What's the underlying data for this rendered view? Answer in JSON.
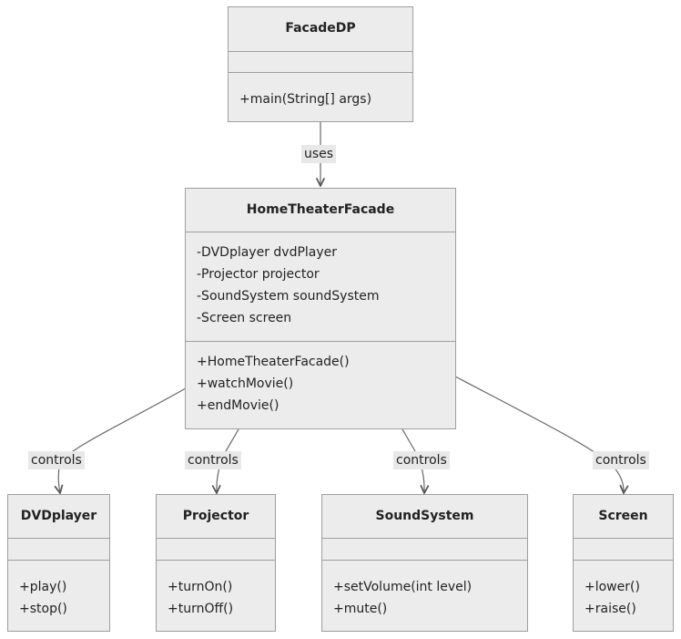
{
  "diagram": {
    "classes": {
      "facade_dp": {
        "name": "FacadeDP",
        "attributes": [],
        "methods": [
          "+main(String[] args)"
        ]
      },
      "home_theater_facade": {
        "name": "HomeTheaterFacade",
        "attributes": [
          "-DVDplayer dvdPlayer",
          "-Projector projector",
          "-SoundSystem soundSystem",
          "-Screen screen"
        ],
        "methods": [
          "+HomeTheaterFacade()",
          "+watchMovie()",
          "+endMovie()"
        ]
      },
      "dvd_player": {
        "name": "DVDplayer",
        "attributes": [],
        "methods": [
          "+play()",
          "+stop()"
        ]
      },
      "projector": {
        "name": "Projector",
        "attributes": [],
        "methods": [
          "+turnOn()",
          "+turnOff()"
        ]
      },
      "sound_system": {
        "name": "SoundSystem",
        "attributes": [],
        "methods": [
          "+setVolume(int level)",
          "+mute()"
        ]
      },
      "screen": {
        "name": "Screen",
        "attributes": [],
        "methods": [
          "+lower()",
          "+raise()"
        ]
      }
    },
    "relations": {
      "uses": "uses",
      "controls_dvd": "controls",
      "controls_projector": "controls",
      "controls_sound": "controls",
      "controls_screen": "controls"
    }
  }
}
